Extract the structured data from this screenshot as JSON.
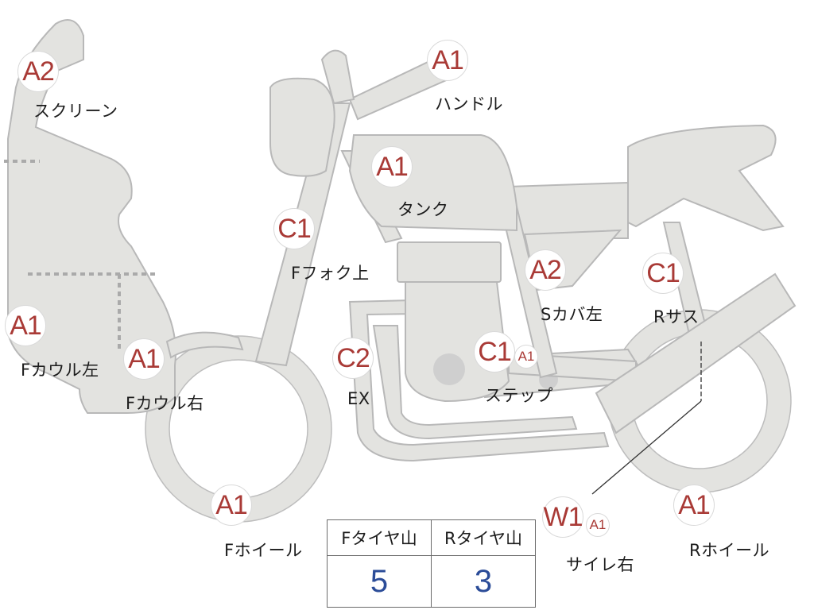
{
  "parts": {
    "screen": {
      "grade": "A2",
      "label": "スクリーン"
    },
    "handle": {
      "grade": "A1",
      "label": "ハンドル"
    },
    "tank": {
      "grade": "A1",
      "label": "タンク"
    },
    "fork_upper": {
      "grade": "C1",
      "label": "Fフォク上"
    },
    "side_cover_left": {
      "grade": "A2",
      "label": "Sカバ左"
    },
    "rear_suspension": {
      "grade": "C1",
      "label": "Rサス"
    },
    "cowl_left": {
      "grade": "A1",
      "label": "Fカウル左"
    },
    "cowl_right": {
      "grade": "A1",
      "label": "Fカウル右"
    },
    "exhaust": {
      "grade": "C2",
      "label": "EX"
    },
    "step": {
      "grade": "C1",
      "grade_sub": "A1",
      "label": "ステップ"
    },
    "front_wheel": {
      "grade": "A1",
      "label": "Fホイール"
    },
    "silencer_right": {
      "grade": "W1",
      "grade_sub": "A1",
      "label": "サイレ右"
    },
    "rear_wheel": {
      "grade": "A1",
      "label": "Rホイール"
    }
  },
  "tire_tread": {
    "headers": [
      "Fタイヤ山",
      "Rタイヤ山"
    ],
    "values": [
      "5",
      "3"
    ]
  },
  "colors": {
    "body_fill": "#e3e3e0",
    "outline": "#b5b5b5",
    "grade_text": "#a93a36",
    "tread_value": "#2b4c98"
  }
}
